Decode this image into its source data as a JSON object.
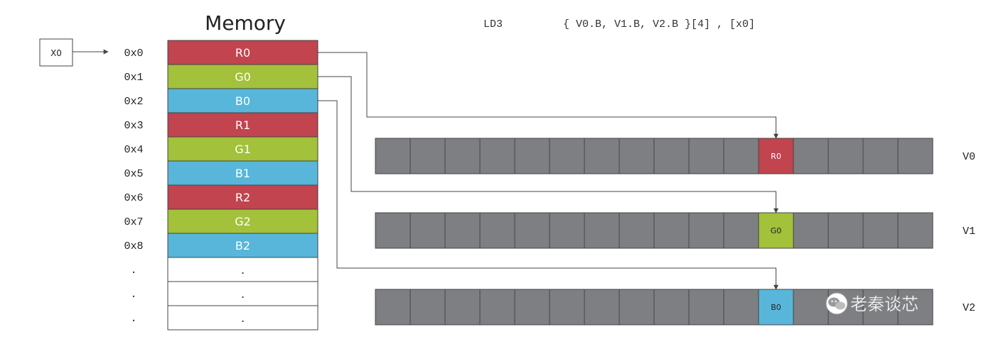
{
  "title": "Memory",
  "instruction": {
    "mnemonic": "LD3",
    "operands": "{ V0.B, V1.B, V2.B }[4] , [x0]"
  },
  "pointer": {
    "label": "X0"
  },
  "memory": {
    "rows": [
      {
        "address": "0x0",
        "value": "R0",
        "kind": "r"
      },
      {
        "address": "0x1",
        "value": "G0",
        "kind": "g"
      },
      {
        "address": "0x2",
        "value": "B0",
        "kind": "b"
      },
      {
        "address": "0x3",
        "value": "R1",
        "kind": "r"
      },
      {
        "address": "0x4",
        "value": "G1",
        "kind": "g"
      },
      {
        "address": "0x5",
        "value": "B1",
        "kind": "b"
      },
      {
        "address": "0x6",
        "value": "R2",
        "kind": "r"
      },
      {
        "address": "0x7",
        "value": "G2",
        "kind": "g"
      },
      {
        "address": "0x8",
        "value": "B2",
        "kind": "b"
      },
      {
        "address": ".",
        "value": ".",
        "kind": "empty"
      },
      {
        "address": ".",
        "value": ".",
        "kind": "empty"
      },
      {
        "address": ".",
        "value": ".",
        "kind": "empty"
      }
    ]
  },
  "registers": [
    {
      "name": "V0",
      "lane_value": "R0",
      "kind": "r",
      "source_row": 0
    },
    {
      "name": "V1",
      "lane_value": "G0",
      "kind": "g",
      "source_row": 1
    },
    {
      "name": "V2",
      "lane_value": "B0",
      "kind": "b",
      "source_row": 2
    }
  ],
  "lane_count": 16,
  "highlight_lane": 4,
  "colors": {
    "r": "#c1444f",
    "g": "#a3c13a",
    "b": "#58b6da",
    "empty": "#ffffff",
    "lane": "#7d7f83",
    "border": "#444444",
    "text_light": "#ffffff",
    "text_dark": "#222222"
  },
  "watermark": {
    "text": "老秦谈芯",
    "icon": "wechat-icon"
  }
}
